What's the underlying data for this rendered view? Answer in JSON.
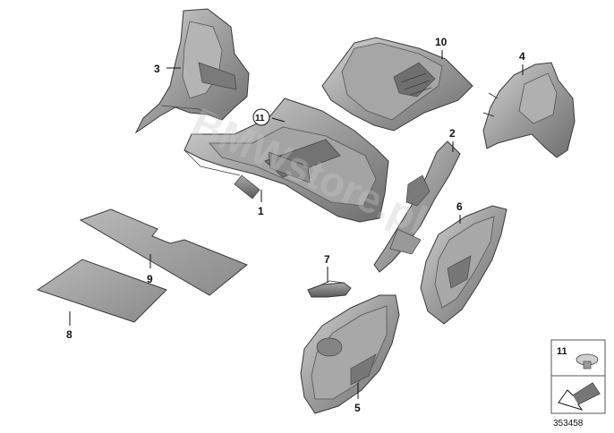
{
  "diagram": {
    "callouts": {
      "c1": "1",
      "c2": "2",
      "c3": "3",
      "c4": "4",
      "c5": "5",
      "c6": "6",
      "c7": "7",
      "c8": "8",
      "c9": "9",
      "c10": "10",
      "c11": "11"
    },
    "legend": {
      "label": "11"
    },
    "watermark": "BMWstore.pl",
    "reference_number": "353458"
  }
}
